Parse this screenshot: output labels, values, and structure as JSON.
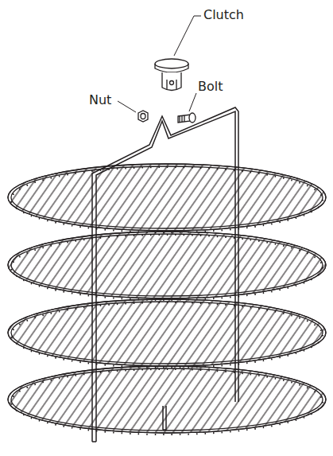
{
  "diagram": {
    "labels": [
      "Clutch",
      "Nut",
      "Bolt"
    ]
  }
}
